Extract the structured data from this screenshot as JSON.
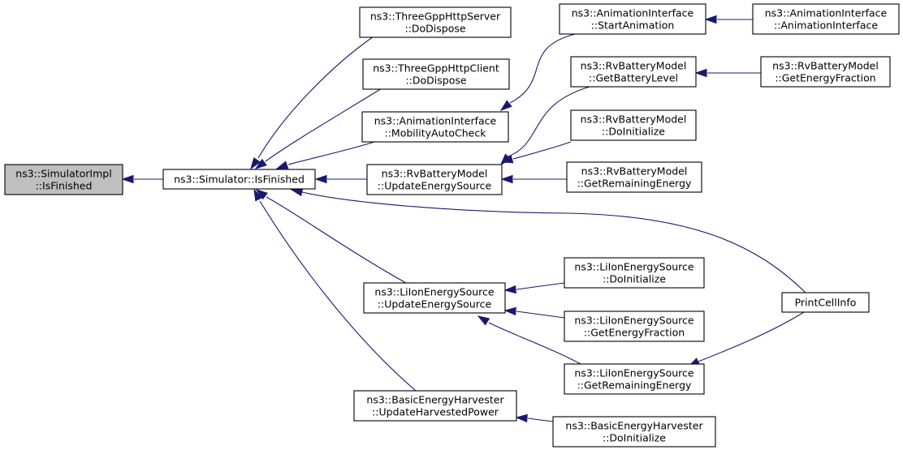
{
  "colors": {
    "edge": "#191970",
    "node_border": "#000000",
    "node_fill": "#ffffff",
    "root_fill": "#bfbfbf"
  },
  "nodes": [
    {
      "id": "simimpl",
      "lines": [
        "ns3::SimulatorImpl",
        "::IsFinished"
      ],
      "root": true
    },
    {
      "id": "sim",
      "lines": [
        "ns3::Simulator::IsFinished"
      ]
    },
    {
      "id": "serverdispose",
      "lines": [
        "ns3::ThreeGppHttpServer",
        "::DoDispose"
      ]
    },
    {
      "id": "clientdispose",
      "lines": [
        "ns3::ThreeGppHttpClient",
        "::DoDispose"
      ]
    },
    {
      "id": "mobcheck",
      "lines": [
        "ns3::AnimationInterface",
        "::MobilityAutoCheck"
      ]
    },
    {
      "id": "rvupdate",
      "lines": [
        "ns3::RvBatteryModel",
        "::UpdateEnergySource"
      ]
    },
    {
      "id": "lionupdate",
      "lines": [
        "ns3::LiIonEnergySource",
        "::UpdateEnergySource"
      ]
    },
    {
      "id": "harvest",
      "lines": [
        "ns3::BasicEnergyHarvester",
        "::UpdateHarvestedPower"
      ]
    },
    {
      "id": "startanim",
      "lines": [
        "ns3::AnimationInterface",
        "::StartAnimation"
      ]
    },
    {
      "id": "animctor",
      "lines": [
        "ns3::AnimationInterface",
        "::AnimationInterface"
      ]
    },
    {
      "id": "rvlevel",
      "lines": [
        "ns3::RvBatteryModel",
        "::GetBatteryLevel"
      ]
    },
    {
      "id": "rvfraction",
      "lines": [
        "ns3::RvBatteryModel",
        "::GetEnergyFraction"
      ]
    },
    {
      "id": "rvinit",
      "lines": [
        "ns3::RvBatteryModel",
        "::DoInitialize"
      ]
    },
    {
      "id": "rvremain",
      "lines": [
        "ns3::RvBatteryModel",
        "::GetRemainingEnergy"
      ]
    },
    {
      "id": "printcell",
      "lines": [
        "PrintCellInfo"
      ]
    },
    {
      "id": "lioninit",
      "lines": [
        "ns3::LiIonEnergySource",
        "::DoInitialize"
      ]
    },
    {
      "id": "lionfraction",
      "lines": [
        "ns3::LiIonEnergySource",
        "::GetEnergyFraction"
      ]
    },
    {
      "id": "lionremain",
      "lines": [
        "ns3::LiIonEnergySource",
        "::GetRemainingEnergy"
      ]
    },
    {
      "id": "harvestinit",
      "lines": [
        "ns3::BasicEnergyHarvester",
        "::DoInitialize"
      ]
    }
  ],
  "edges": [
    {
      "from": "sim",
      "to": "simimpl"
    },
    {
      "from": "serverdispose",
      "to": "sim"
    },
    {
      "from": "clientdispose",
      "to": "sim"
    },
    {
      "from": "mobcheck",
      "to": "sim"
    },
    {
      "from": "rvupdate",
      "to": "sim"
    },
    {
      "from": "printcell",
      "to": "sim"
    },
    {
      "from": "lionupdate",
      "to": "sim"
    },
    {
      "from": "harvest",
      "to": "sim"
    },
    {
      "from": "startanim",
      "to": "mobcheck"
    },
    {
      "from": "animctor",
      "to": "startanim"
    },
    {
      "from": "rvlevel",
      "to": "rvupdate"
    },
    {
      "from": "rvfraction",
      "to": "rvlevel"
    },
    {
      "from": "rvinit",
      "to": "rvupdate"
    },
    {
      "from": "rvremain",
      "to": "rvupdate"
    },
    {
      "from": "lioninit",
      "to": "lionupdate"
    },
    {
      "from": "lionfraction",
      "to": "lionupdate"
    },
    {
      "from": "lionremain",
      "to": "lionupdate"
    },
    {
      "from": "printcell",
      "to": "lionremain"
    },
    {
      "from": "harvestinit",
      "to": "harvest"
    }
  ]
}
